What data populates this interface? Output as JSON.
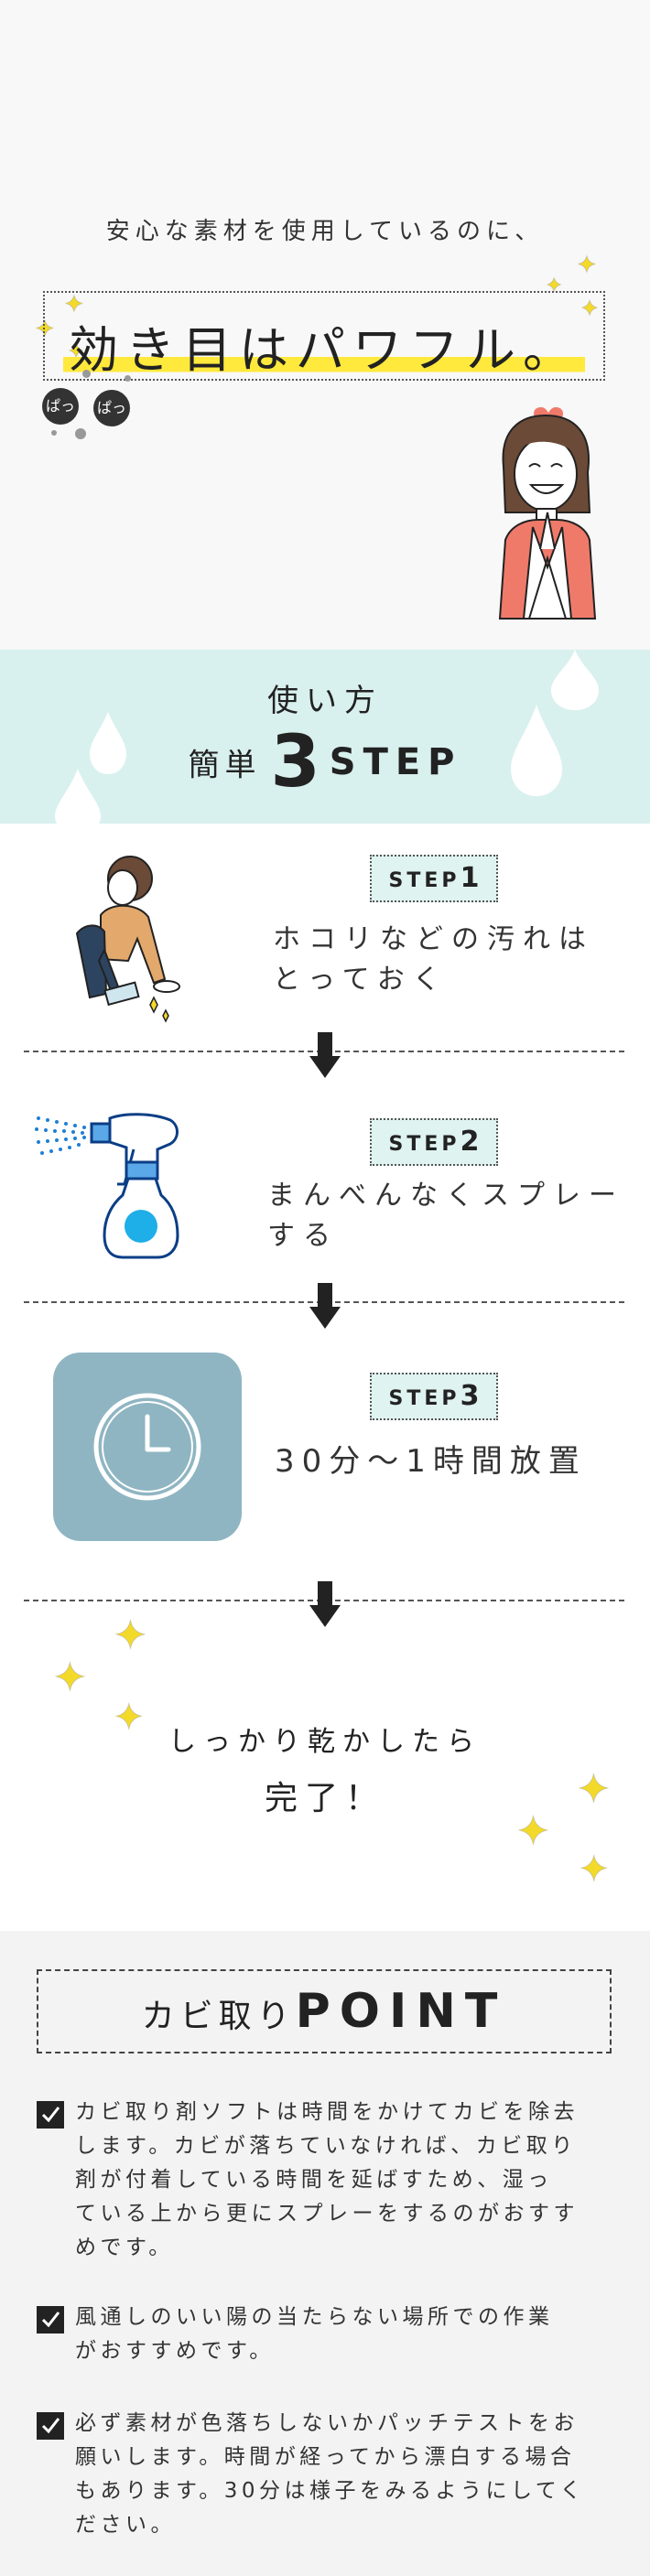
{
  "hero": {
    "subtitle": "安心な素材を使用しているのに、",
    "title": "効き目はパワフル。",
    "badges": [
      "ぱっ",
      "ぱっ"
    ]
  },
  "howto": {
    "title": "使い方",
    "easy": "簡単",
    "count": "3",
    "step_word": "STEP"
  },
  "steps": [
    {
      "word": "STEP",
      "num": "1",
      "line1": "ホコリなどの汚れは",
      "line2": "とっておく"
    },
    {
      "word": "STEP",
      "num": "2",
      "line1": "まんべんなくスプレー",
      "line2": "する"
    },
    {
      "word": "STEP",
      "num": "3",
      "line1": "30分〜1時間放置",
      "line2": ""
    }
  ],
  "finish": {
    "line1": "しっかり乾かしたら",
    "line2": "完了！"
  },
  "point": {
    "title_ja": "カビ取り",
    "title_en": "POINT",
    "items": [
      {
        "lines": [
          "カビ取り剤ソフトは時間をかけてカビを除去",
          "します。カビが落ちていなければ、カビ取り",
          "剤が付着している時間を延ばすため、湿っ",
          "ている上から更にスプレーをするのがおすす",
          "めです。"
        ]
      },
      {
        "lines": [
          "風通しのいい陽の当たらない場所での作業",
          "がおすすめです。"
        ]
      },
      {
        "lines": [
          "必ず素材が色落ちしないかパッチテストをお",
          "願いします。時間が経ってから漂白する場合",
          "もあります。30分は様子をみるようにしてく",
          "ださい。"
        ]
      }
    ]
  },
  "colors": {
    "highlight": "#ffe93d",
    "mint": "#d9f1ee",
    "step_bg": "#dff3f0",
    "clock_tile": "#8fb5c2",
    "spray_blue": "#1e7fd6",
    "heart": "#f07a6a"
  },
  "icons": [
    "sparkle-icon",
    "heart-icon",
    "arrow-down-icon",
    "clock-icon",
    "spray-bottle-icon",
    "check-icon"
  ]
}
